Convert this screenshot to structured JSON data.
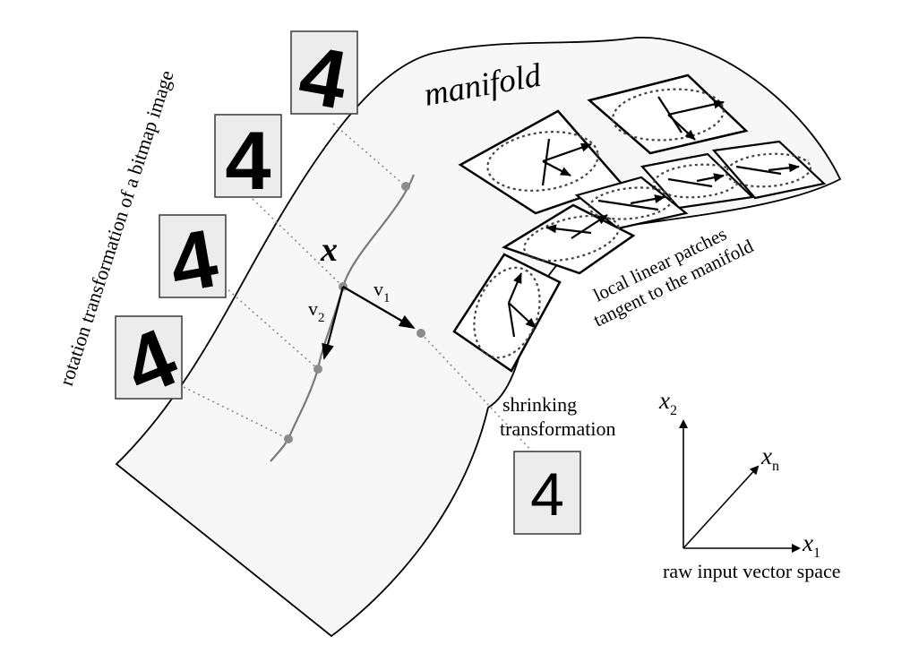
{
  "labels": {
    "manifold": "manifold",
    "rotation": "rotation transformation of a bitmap image",
    "x_point": "x",
    "v1": "v",
    "v1_sub": "1",
    "v2": "v",
    "v2_sub": "2",
    "patches_line1": "local linear patches",
    "patches_line2": "tangent to the manifold",
    "shrink_line1": "shrinking",
    "shrink_line2": "transformation",
    "axis_x2": "x",
    "axis_x2_sub": "2",
    "axis_xn": "x",
    "axis_xn_sub": "n",
    "axis_x1": "x",
    "axis_x1_sub": "1",
    "space_caption": "raw input vector space"
  },
  "digits": {
    "rot_1": "4",
    "rot_2": "4",
    "rot_3": "4",
    "rot_4": "4",
    "shrink": "4"
  },
  "colors": {
    "manifold_fill": "#f7f7f7",
    "digit_box_fill": "#ececec",
    "guide_line": "#8a8a8a",
    "curve_points": "#8c8c8c"
  }
}
